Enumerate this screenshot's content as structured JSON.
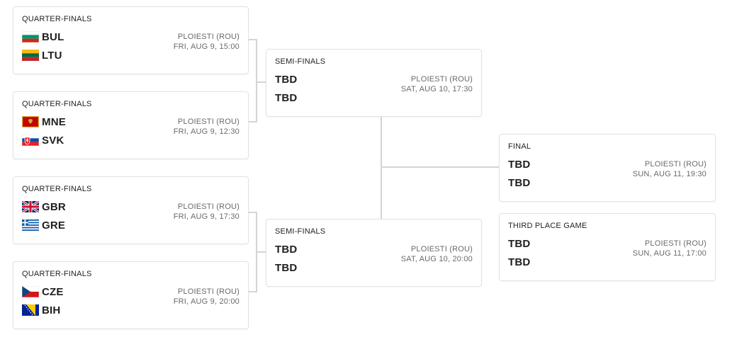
{
  "bracket": {
    "quarter_finals": [
      {
        "stage": "QUARTER-FINALS",
        "team1": {
          "code": "BUL",
          "flag": "bulgaria-flag"
        },
        "team2": {
          "code": "LTU",
          "flag": "lithuania-flag"
        },
        "venue": "PLOIESTI (ROU)",
        "datetime": "FRI, AUG 9, 15:00"
      },
      {
        "stage": "QUARTER-FINALS",
        "team1": {
          "code": "MNE",
          "flag": "montenegro-flag"
        },
        "team2": {
          "code": "SVK",
          "flag": "slovakia-flag"
        },
        "venue": "PLOIESTI (ROU)",
        "datetime": "FRI, AUG 9, 12:30"
      },
      {
        "stage": "QUARTER-FINALS",
        "team1": {
          "code": "GBR",
          "flag": "great-britain-flag"
        },
        "team2": {
          "code": "GRE",
          "flag": "greece-flag"
        },
        "venue": "PLOIESTI (ROU)",
        "datetime": "FRI, AUG 9, 17:30"
      },
      {
        "stage": "QUARTER-FINALS",
        "team1": {
          "code": "CZE",
          "flag": "czechia-flag"
        },
        "team2": {
          "code": "BIH",
          "flag": "bosnia-flag"
        },
        "venue": "PLOIESTI (ROU)",
        "datetime": "FRI, AUG 9, 20:00"
      }
    ],
    "semi_finals": [
      {
        "stage": "SEMI-FINALS",
        "team1": {
          "code": "TBD"
        },
        "team2": {
          "code": "TBD"
        },
        "venue": "PLOIESTI (ROU)",
        "datetime": "SAT, AUG 10, 17:30"
      },
      {
        "stage": "SEMI-FINALS",
        "team1": {
          "code": "TBD"
        },
        "team2": {
          "code": "TBD"
        },
        "venue": "PLOIESTI (ROU)",
        "datetime": "SAT, AUG 10, 20:00"
      }
    ],
    "final": {
      "stage": "FINAL",
      "team1": {
        "code": "TBD"
      },
      "team2": {
        "code": "TBD"
      },
      "venue": "PLOIESTI (ROU)",
      "datetime": "SUN, AUG 11, 19:30"
    },
    "third_place": {
      "stage": "THIRD PLACE GAME",
      "team1": {
        "code": "TBD"
      },
      "team2": {
        "code": "TBD"
      },
      "venue": "PLOIESTI (ROU)",
      "datetime": "SUN, AUG 11, 17:00"
    }
  },
  "colors": {
    "connector": "#d4d4d4",
    "border": "#e2e2e2",
    "meta_text": "#6a6a6a"
  }
}
